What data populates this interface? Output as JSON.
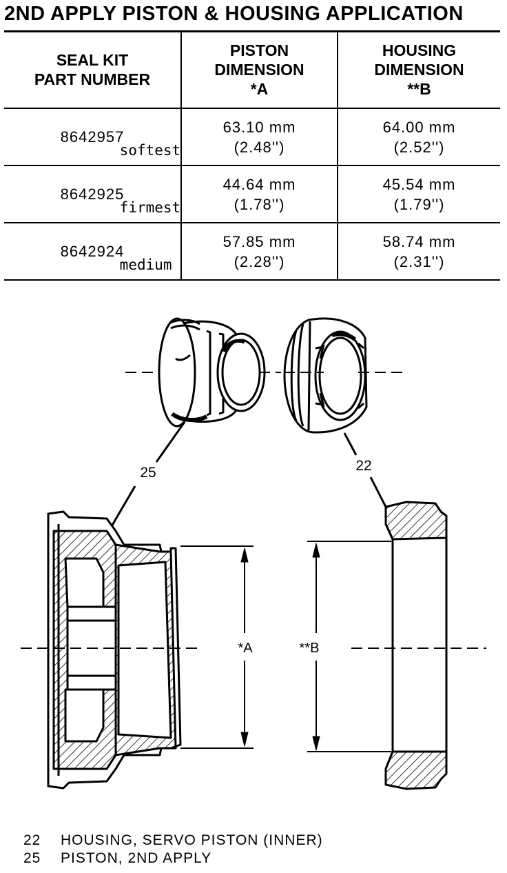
{
  "title": "2ND APPLY PISTON & HOUSING APPLICATION",
  "table": {
    "headers": [
      {
        "line1": "SEAL KIT",
        "line2": "PART NUMBER",
        "line3": ""
      },
      {
        "line1": "PISTON",
        "line2": "DIMENSION",
        "line3": "*A"
      },
      {
        "line1": "HOUSING",
        "line2": "DIMENSION",
        "line3": "**B"
      }
    ],
    "rows": [
      {
        "part": "8642957",
        "note": "softest",
        "piston_mm": "63.10 mm",
        "piston_in": "(2.48'')",
        "housing_mm": "64.00 mm",
        "housing_in": "(2.52'')"
      },
      {
        "part": "8642925",
        "note": "firmest",
        "piston_mm": "44.64 mm",
        "piston_in": "(1.78'')",
        "housing_mm": "45.54 mm",
        "housing_in": "(1.79'')"
      },
      {
        "part": "8642924",
        "note": "medium",
        "piston_mm": "57.85 mm",
        "piston_in": "(2.28'')",
        "housing_mm": "58.74 mm",
        "housing_in": "(2.31'')"
      }
    ]
  },
  "diagram": {
    "callout_piston": "25",
    "callout_housing": "22",
    "dim_a_label": "*A",
    "dim_b_label": "**B"
  },
  "legend": [
    {
      "num": "22",
      "text": "HOUSING, SERVO PISTON (INNER)"
    },
    {
      "num": "25",
      "text": "PISTON, 2ND APPLY"
    }
  ]
}
